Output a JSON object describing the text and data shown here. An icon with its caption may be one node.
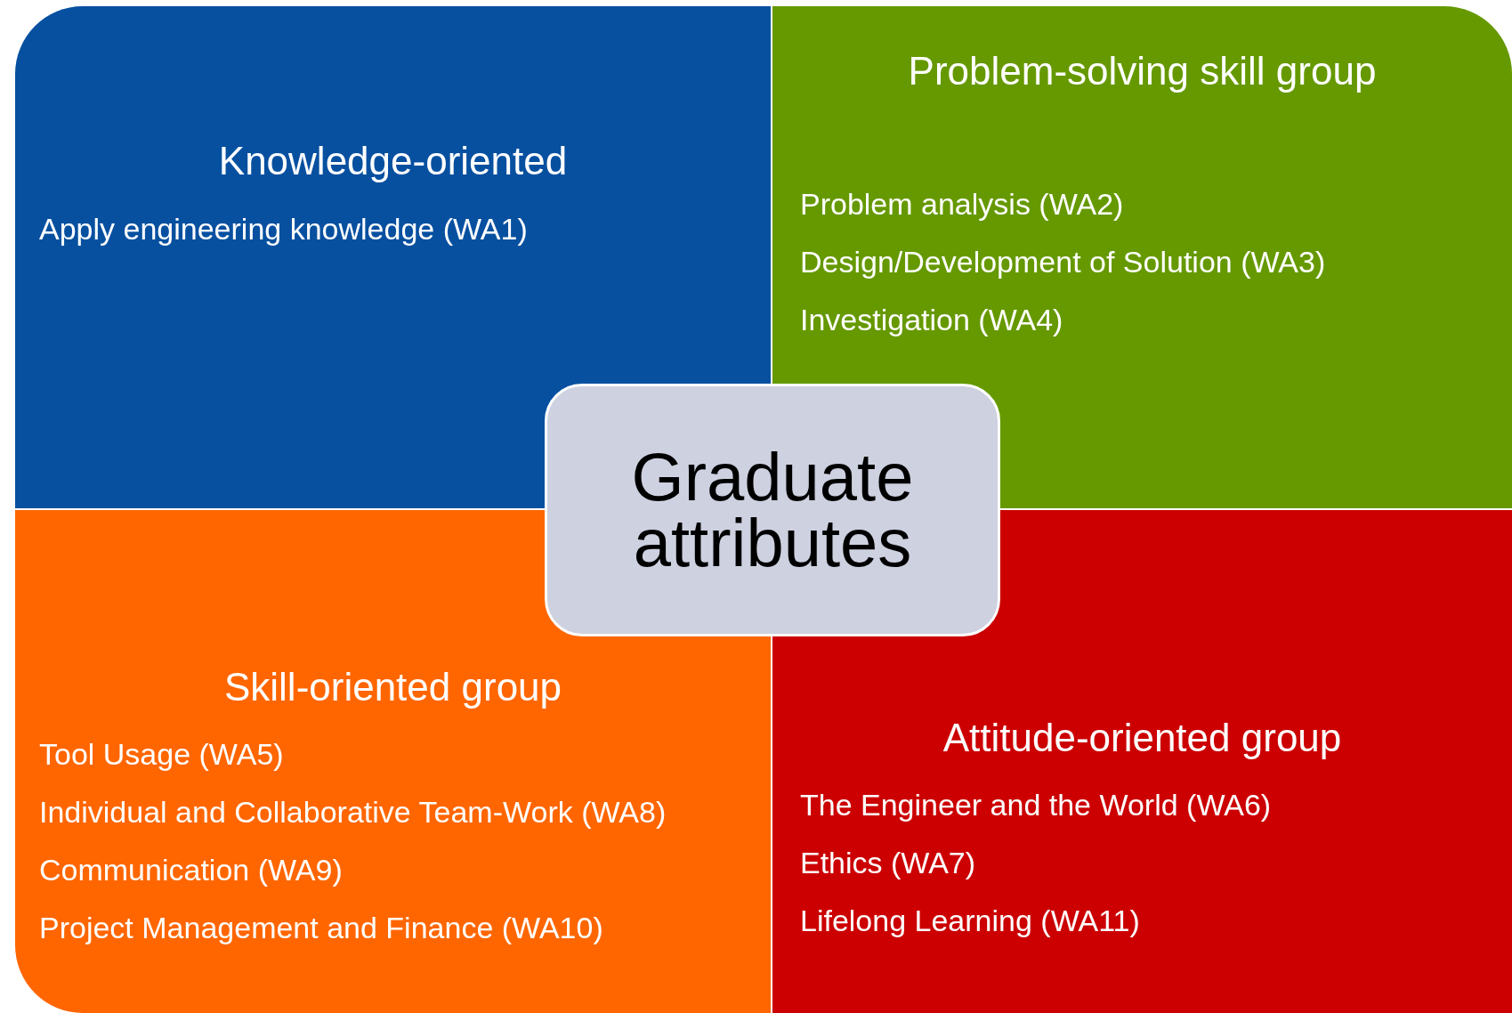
{
  "diagram": {
    "nodes": [
      {
        "text": [
          "Knowledge-oriented",
          "Apply engineering knowledge (WA1)"
        ]
      },
      {
        "text": [
          "Problem-solving skill group",
          "Problem analysis (WA2)",
          "Design/Development of Solution (WA3)",
          "Investigation (WA4)"
        ]
      },
      {
        "text": [
          "Skill-oriented group",
          "Tool Usage (WA5)",
          "Individual and Collaborative Team-Work (WA8)",
          "Communication (WA9)",
          "Project Management and Finance (WA10)"
        ]
      },
      {
        "text": [
          "Attitude-oriented group",
          "The Engineer and the World (WA6)",
          "Ethics (WA7)",
          "Lifelong Learning (WA11)"
        ]
      },
      {
        "text": [
          "Graduate attributes"
        ]
      }
    ]
  }
}
